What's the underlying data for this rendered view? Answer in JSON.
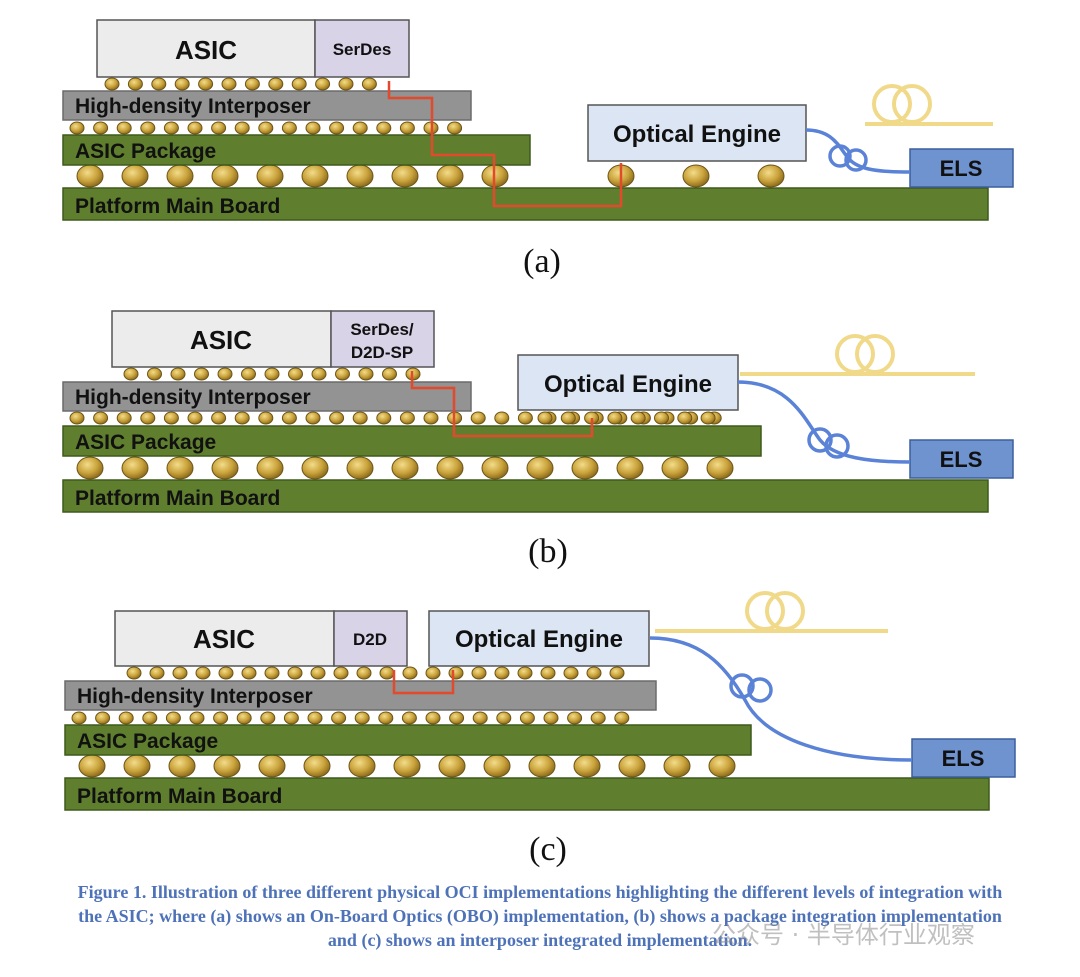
{
  "labels": {
    "asic": "ASIC",
    "serdes": "SerDes",
    "serdes_d2d_line1": "SerDes/",
    "serdes_d2d_line2": "D2D-SP",
    "d2d": "D2D",
    "optical_engine": "Optical Engine",
    "els": "ELS",
    "interposer": "High-density Interposer",
    "package": "ASIC Package",
    "board": "Platform Main Board"
  },
  "panels": [
    {
      "id": "a",
      "label": "(a)",
      "integration": "On-Board Optics (OBO)"
    },
    {
      "id": "b",
      "label": "(b)",
      "integration": "package integration"
    },
    {
      "id": "c",
      "label": "(c)",
      "integration": "interposer integrated"
    }
  ],
  "caption": {
    "line1": "Figure 1. Illustration of three different physical OCI implementations highlighting the different levels of integration with",
    "line2": "the ASIC; where (a) shows an On-Board Optics (OBO) implementation, (b) shows a package integration implementation",
    "line3": "and (c) shows an interposer integrated implementation."
  },
  "watermark": "公众号 · 半导体行业观察",
  "colors": {
    "asic_fill": "#ececec",
    "serdes_fill": "#d9d3e8",
    "interposer_fill": "#939393",
    "package_fill": "#5f7f2f",
    "board_fill": "#5f7f2f",
    "optical_engine_fill": "#dbe5f3",
    "els_fill": "#6f93cf",
    "bump_fill": "#c9a23a",
    "trace": "#e24a2b",
    "fiber_blue": "#5a82d6",
    "fiber_yellow": "#f1d98a",
    "caption": "#4e72b8"
  }
}
